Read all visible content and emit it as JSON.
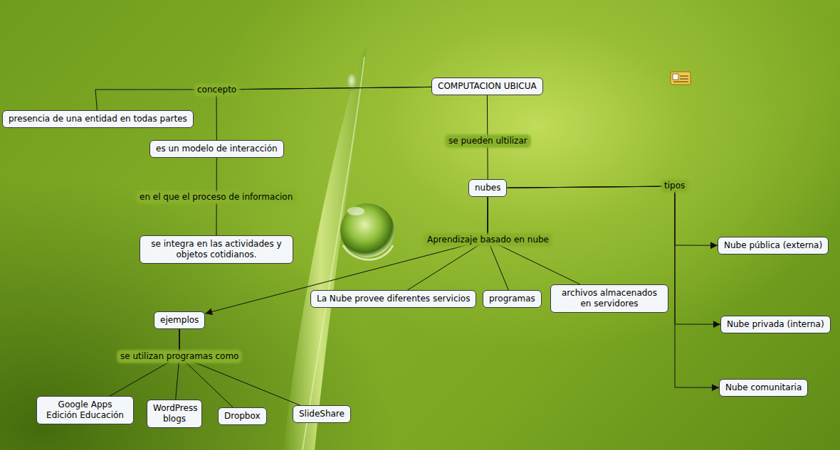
{
  "diagram": {
    "nodes": [
      {
        "text": [
          "COMPUTACION UBICUA"
        ]
      },
      {
        "text": [
          "presencia de una entidad en todas partes"
        ]
      },
      {
        "text": [
          "es un modelo de interacción"
        ]
      },
      {
        "text": [
          "se integra en las actividades y objetos cotidianos."
        ]
      },
      {
        "text": [
          "nubes"
        ]
      },
      {
        "text": [
          "Nube pública (externa)"
        ]
      },
      {
        "text": [
          "Nube privada (interna)"
        ]
      },
      {
        "text": [
          "Nube comunitaria"
        ]
      },
      {
        "text": [
          "La Nube provee diferentes servicios"
        ]
      },
      {
        "text": [
          "programas"
        ]
      },
      {
        "text": [
          "archivos almacenados en servidores"
        ]
      },
      {
        "text": [
          "ejemplos"
        ]
      },
      {
        "text": [
          "Google Apps Edición Educación"
        ]
      },
      {
        "text": [
          "WordPress blogs"
        ]
      },
      {
        "text": [
          "Dropbox"
        ]
      },
      {
        "text": [
          "SlideShare"
        ]
      }
    ],
    "edges": [
      {
        "from": 0,
        "to": 1,
        "arrow": "none",
        "label": "concepto"
      },
      {
        "from": 0,
        "to": 2,
        "arrow": "none"
      },
      {
        "from": 2,
        "to": 3,
        "arrow": "none",
        "label": "en el que el proceso de informacion"
      },
      {
        "from": 0,
        "to": 4,
        "arrow": "none",
        "label": "se pueden ultilizar"
      },
      {
        "from": 4,
        "to": 5,
        "arrow": "to",
        "label": "tipos"
      },
      {
        "from": 4,
        "to": 6,
        "arrow": "to"
      },
      {
        "from": 4,
        "to": 7,
        "arrow": "to"
      },
      {
        "from": 4,
        "to": 8,
        "arrow": "none",
        "label": "Aprendizaje basado en nube"
      },
      {
        "from": 4,
        "to": 9,
        "arrow": "none"
      },
      {
        "from": 4,
        "to": 10,
        "arrow": "none"
      },
      {
        "from": 4,
        "to": 11,
        "arrow": "to"
      },
      {
        "from": 11,
        "to": 12,
        "arrow": "none",
        "label": "se utilizan programas como"
      },
      {
        "from": 11,
        "to": 13,
        "arrow": "none"
      },
      {
        "from": 11,
        "to": 14,
        "arrow": "none"
      },
      {
        "from": 11,
        "to": 15,
        "arrow": "none"
      }
    ]
  }
}
